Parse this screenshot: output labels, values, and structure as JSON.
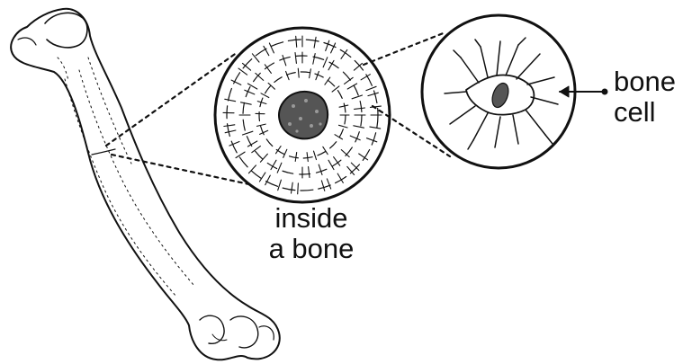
{
  "labels": {
    "inside_bone": [
      "inside",
      "a bone"
    ],
    "bone_cell": [
      "bone",
      "cell"
    ]
  },
  "colors": {
    "ink": "#111111",
    "background": "#ffffff"
  },
  "icons": {
    "bone": "humerus-bone-icon",
    "cross_section": "bone-cross-section-icon",
    "cell": "osteocyte-cell-icon"
  }
}
